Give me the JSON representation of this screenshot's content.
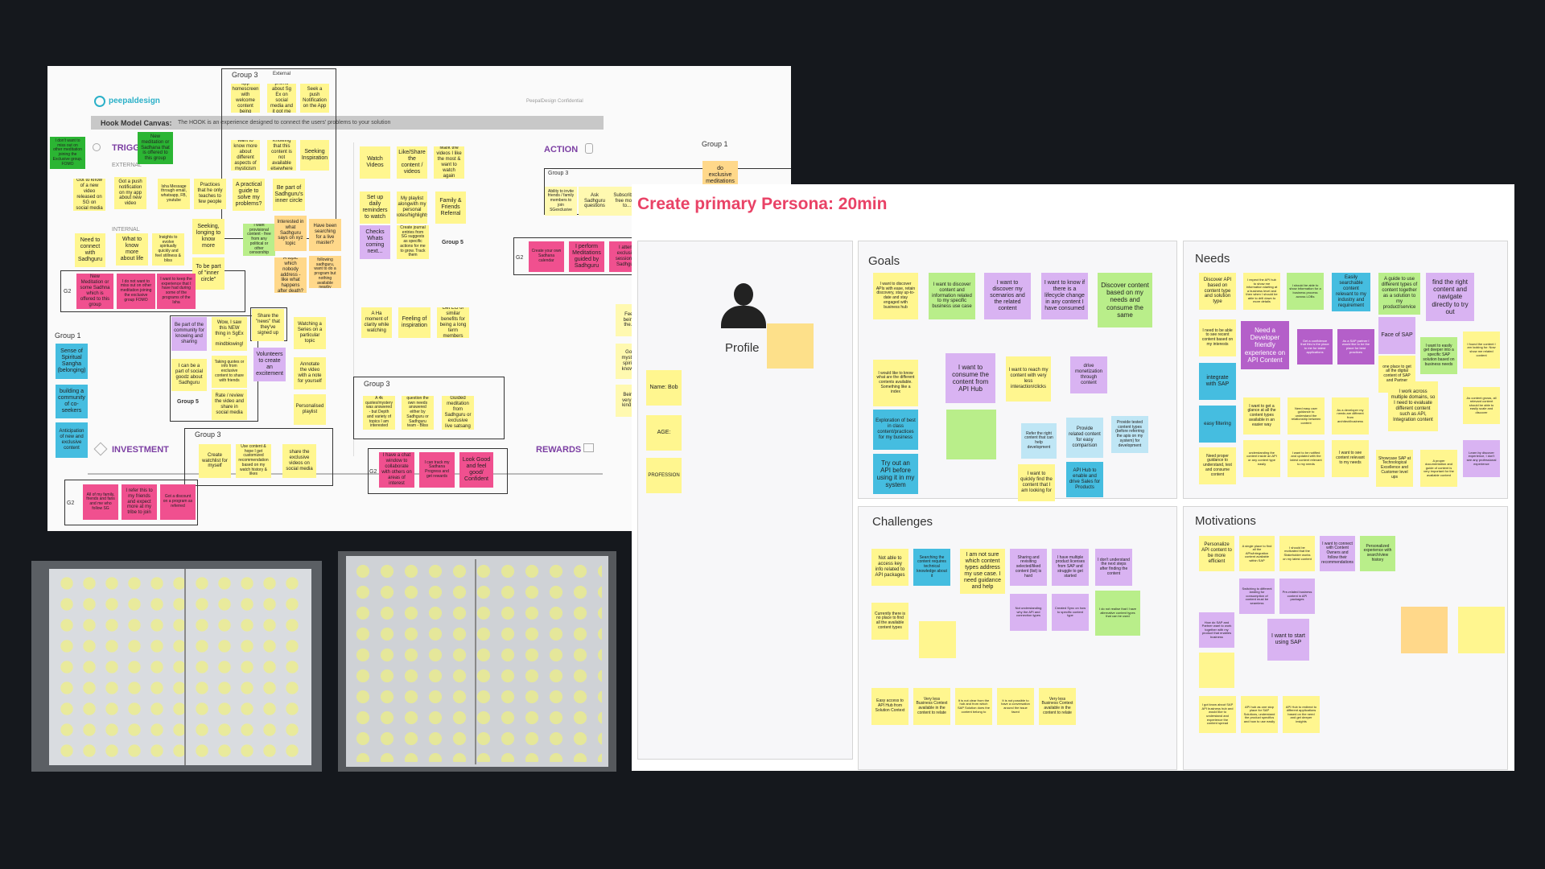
{
  "hook": {
    "logo": "peepaldesign",
    "confidential": "PeepalDesign Confidential",
    "canvas_title": "Hook Model Canvas:",
    "canvas_sub": "The HOOK is an experience designed to connect the users' problems to your solution",
    "sections": {
      "trigger": "TRIGG",
      "action": "ACTION",
      "investment": "INVESTMENT",
      "rewards": "REWARDS",
      "external": "EXTERNAL",
      "internal": "INTERNAL"
    },
    "group_labels": {
      "g3_top": "Group 3",
      "g3_action": "Group 3",
      "g1_right": "Group 1",
      "g1_left": "Group 1",
      "g3_mid": "Group 3",
      "g3_bot": "Group 3",
      "g5": "Group 5",
      "g5b": "Group 5",
      "g2a": "G2",
      "g2b": "G2",
      "g2c": "G2",
      "g2d": "G2",
      "external_small": "External"
    },
    "notes": {
      "n1": "Sadhguru app homescreen with welcome content being advertised",
      "n2": "see a promo about Sg Ex on social media and it got me excited",
      "n3": "Seek a push Notification on the App",
      "n4": "want to know more about different aspects of mysticism",
      "n5": "Knowing that this content is not available elsewhere",
      "n6": "Seeking Inspiration",
      "n7": "I don't want to miss out on other meditation joining the Exclusive group. FOMO",
      "n8": "New meditation or Sadhana that is offered to this group",
      "n9": "Got to know of a new video released on SG on social media",
      "n10": "Got a push notification on my app about new video",
      "n11": "Isha Message through email, whatsapp, FB, youtube",
      "n12": "Practices that he only teaches to few people",
      "n13": "A practical guide to solve my problems?",
      "n14": "Be part of Sadhguru's inner circle",
      "n15": "Watch Videos",
      "n16": "Like/Share the content / videos",
      "n17": "Mark the videos I like the most & want to watch again",
      "n18": "Set up daily reminders to watch",
      "n19": "My playlist alongwith my personal notes/highlights",
      "n20": "Family & Friends Referral",
      "n21": "Checks Whats coming next...",
      "n22": "Create journal entries from SG suggests as specific actions for me to grow. Track them",
      "n23": "Need to connect with Sadhguru",
      "n24": "What to know more about life",
      "n25": "Insights to evolve spiritually quickly and feel stillness & bliss",
      "n26": "Seeking, longing to know more",
      "n27": "To be part of \"inner circle\"",
      "n28": "I want provisional content - free from any political or other censorship",
      "n29": "Interested in what Sadhguru says on xyz topic",
      "n30": "Have been searching for a live master?",
      "n31": "A topic which nobody address - like what happens after death?",
      "n32": "Have been following sadhguru, want to do a program but nothing available nearby",
      "n33": "New Meditation or some Sadhna which is offered to this group",
      "n34": "I do not want to miss out on other meditation joining the exclusive group FOMO",
      "n35": "I want to keep the experience that I have had during some of the programs of the Isha",
      "n36": "Sense of Spiritual Sangha (belonging)",
      "n37": "building a community of co-seekers",
      "n38": "Anticipation of new and exclusive content",
      "n39": "Be part of the community for knowing and sharing",
      "n40": "Wow, I saw this NEW thing in SgEx - mindblowing!",
      "n41": "Share the \"news\" that they've signed up",
      "n42": "I can be a part of social goodz about Sadhguru",
      "n43": "Taking quotes or info from exclusive content to share with friends",
      "n44": "Rate / review the video and share in social media",
      "n45": "Watching a Series on a particular topic",
      "n46": "Annotate the video with a note for yourself",
      "n47": "Personalised playlist",
      "n48": "Volunteers to create an excitement",
      "n49": "A Ha moment of clarity while watching",
      "n50": "Feeling of inspiration",
      "n51": "Get EG or similar benefits for being a long term members",
      "n52": "A 4k quotes/mystery was answered - but Depth and variety of topics I am interested",
      "n53": "question the own needs answered either by Sadhguru or Sadhguru team - Bliss",
      "n54": "Guided meditation from Sadhguru or exclusive live satsang",
      "n55": "Create watchlist for myself",
      "n56": "Use content & hope I get customized recommendation based on my watch history & likes",
      "n57": "share the exclusive videos on social media",
      "n58": "I have a chat window to collaborate with others on areas of interest",
      "n59": "I can track my Sadhana Progress and get rewards",
      "n60": "Look Good and feel good/ Confident",
      "n61": "All of my family, friends and fans and me who follow SG",
      "n62": "I refer this to my friends and expect more at my tribe to join",
      "n63": "Got a discount on a program as referred",
      "n64": "Ability to invite friends / family members to join SGexclusive",
      "n65": "Ask Sadhguru questions",
      "n66": "Subscribe to free month to...",
      "n67": "I perform Meditations guided by Sadhguru",
      "n68": "Create your own Sadhana calendar",
      "n69": "I attend exclusive session by Sadhguru",
      "n70": "do exclusive meditations",
      "n71": "Feel being the...",
      "n72": "Got mysti... spiri... know...",
      "n73": "Being very in kind of"
    }
  },
  "persona": {
    "title": "Create primary Persona: 20min",
    "profile": {
      "label": "Profile",
      "name": "Name: Bob",
      "age": "AGE:",
      "profession": "PROFESSION"
    },
    "goals": {
      "title": "Goals",
      "items": [
        "I want to discover APIs with ease, retain discovery, stay up-to-date and stay engaged with business hub",
        "I want to discover content and information related to my specific business use case",
        "I want to discover my scenarios and the related content",
        "I want to know if there is a lifecycle change in any content I have consumed",
        "Discover content based on my needs and consume the same",
        "I would like to know what are the different contents available. Something like a index",
        "I want to consume the content from API Hub",
        "I want to reach my content with very less interaction/clicks",
        "drive monetization through content",
        "Exploration of best in class content/practices for my business",
        "Refer the right content that can help development",
        "Provide related content for easy comparison",
        "Provide tested content types (before referring the apis on my system) for development",
        "Try out an API before using it in my system",
        "I want to quickly find the content that I am looking for",
        "API Hub to enable and drive Sales for Products"
      ]
    },
    "needs": {
      "title": "Needs",
      "items": [
        "Discover API based on content type and solution type",
        "I expect the API hub to show me information starting at a business level and then when I should be able to drill down to more details",
        "I should be able to show information for a business process across LOBs",
        "Easily searchable content relevant to my industry and requirement",
        "A guide to use different types of content together as a solution to my product/service",
        "find the right content and navigate directly to try out",
        "I need to be able to see recent content based on my interests",
        "Need a Developer friendly experience on API Content",
        "Get a confidence that this is the place to me for latest applications",
        "As a SAP partner I would like to be the place for best practices",
        "Face of SAP",
        "I want to easily get deeper into a specific SAP solution based on business needs",
        "I found the content I am looking for. Now show me related content",
        "integrate with SAP",
        "one place to get all the digital content of SAP and Partner",
        "easy filtering",
        "I want to get a glance at all the content types available in an easier way",
        "Need easy user guidance to understand the relationship between content",
        "As a developer my needs are different from architect/business",
        "I work across multiple domains, so I need to evaluate different content such as API, Integration content",
        "As content grows, all relevant content should be able to easily scale and discover",
        "Need proper guidance to understand, test and consume content",
        "understanding the content inside an API or any content type easily",
        "I want to be notified and updated with the latest content relevant to my needs",
        "I want to see content relevant to my needs",
        "Showcase SAP at Technological Excellence and Customer level ups",
        "A proper documentation and guide of content is very important for the available content",
        "Learn by discover experience, I don't see any professional experience"
      ]
    },
    "challenges": {
      "title": "Challenges",
      "items": [
        "Not able to access key info related to API packages",
        "Searching the content requires technical knowledge about it",
        "I am not sure which content types address my use case. I need guidance and help",
        "Sharing and revisiting selected/liked content (list) is hard",
        "I have multiple product licenses from SAP and struggle to get started",
        "I don't understand the next steps after finding the content",
        "Currently there is no place to find all the available content types",
        "Not understanding why the API and connection types",
        "Created Sync on how to specific content type",
        "I do not realise that I have alternative content types that can be used",
        "Easy access to API Hub from Solution Context",
        "Very less Business Context available in the content to relate",
        "It is not clear from the hub and from which SAP Solution does the content belong to",
        "It is not possible to have a conversation around the issue faced",
        "Very less Business Context available in the content to relate"
      ]
    },
    "motivations": {
      "title": "Motivations",
      "items": [
        "Personalize API content to be more efficient",
        "A single place to find all the APIs/integration content available within SAP",
        "I should be motivated that the Stakeholder works on my latest content",
        "I want to connect with Content Owners and follow their recommendations",
        "Personalized experience with search/view history",
        "Switching to different landing for consumption of content must be seamless",
        "Pre-related business content in API packages",
        "How do SAP and Partner want to work together with my product that enables business",
        "I want to start using SAP",
        "I got know about SAP API business hub and would like to understand and experience the content spread",
        "API hub as one stop place for SAP Solutions, understand the product specifics and how to use easily",
        "API Hub to redirect to different applications based on the need and get deeper insights"
      ]
    }
  }
}
